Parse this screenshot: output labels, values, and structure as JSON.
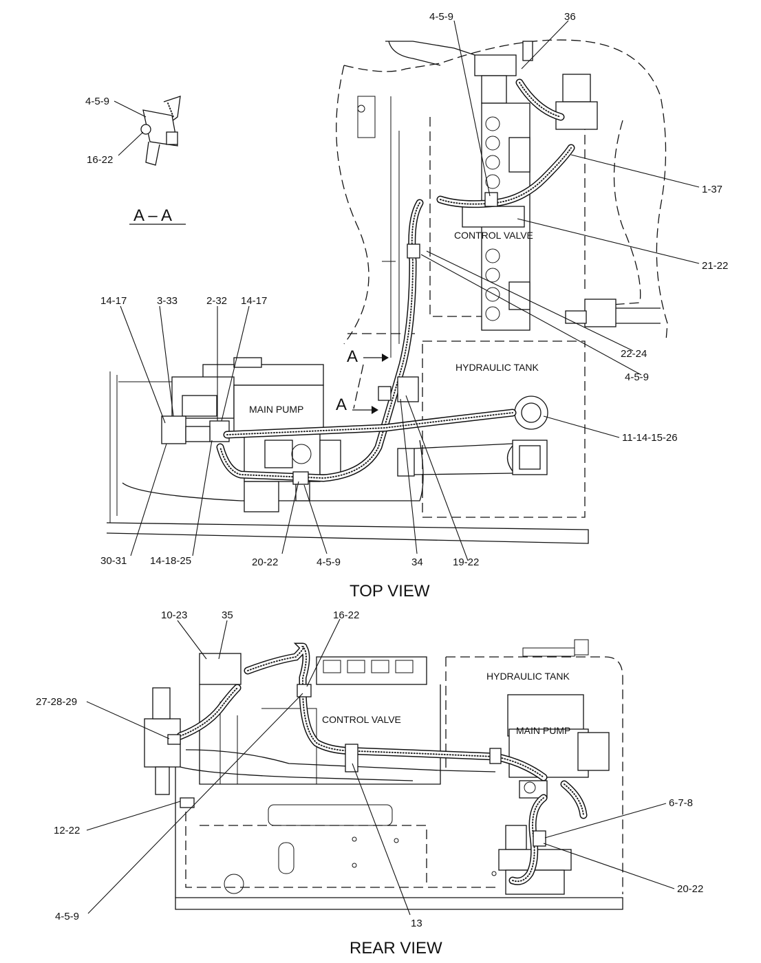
{
  "views": {
    "section": {
      "title": "A – A",
      "callouts": [
        "4-5-9",
        "16-22"
      ]
    },
    "top": {
      "title": "TOP VIEW",
      "section_marker": "A",
      "blocks": {
        "control_valve": "CONTROL VALVE",
        "hydraulic_tank": "HYDRAULIC TANK",
        "main_pump": "MAIN PUMP"
      },
      "callouts": [
        "4-5-9",
        "36",
        "1-37",
        "21-22",
        "22-24",
        "4-5-9",
        "11-14-15-26",
        "19-22",
        "34",
        "4-5-9",
        "20-22",
        "14-18-25",
        "30-31",
        "14-17",
        "3-33",
        "2-32",
        "14-17"
      ]
    },
    "rear": {
      "title": "REAR VIEW",
      "blocks": {
        "hydraulic_tank": "HYDRAULIC TANK",
        "control_valve": "CONTROL VALVE",
        "main_pump": "MAIN PUMP"
      },
      "callouts": [
        "10-23",
        "35",
        "16-22",
        "27-28-29",
        "12-22",
        "4-5-9",
        "13",
        "6-7-8",
        "20-22"
      ]
    }
  }
}
